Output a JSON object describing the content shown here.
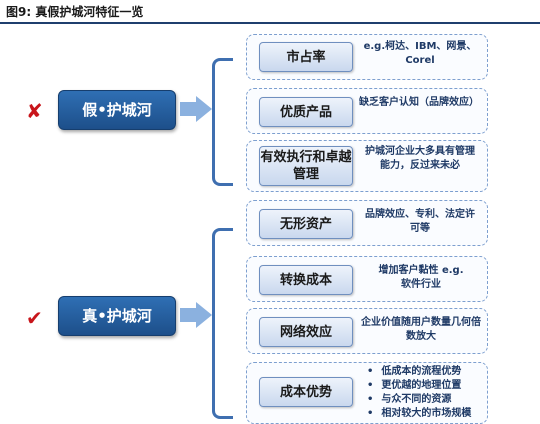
{
  "title": "图9: 真假护城河特征一览",
  "marks": {
    "false_mark": "✘",
    "true_mark": "✔"
  },
  "fake": {
    "label": "假•护城河",
    "items": [
      {
        "name": "市占率",
        "desc": "e.g.柯达、IBM、网景、Corel"
      },
      {
        "name": "优质产品",
        "desc": "缺乏客户认知（品牌效应）"
      },
      {
        "name": "有效执行和卓越管理",
        "desc": "护城河企业大多具有管理能力，反过来未必"
      }
    ]
  },
  "real": {
    "label": "真•护城河",
    "items": [
      {
        "name": "无形资产",
        "desc": "品牌效应、专利、法定许可等"
      },
      {
        "name": "转换成本",
        "desc": "增加客户黏性 e.g.软件行业"
      },
      {
        "name": "网络效应",
        "desc": "企业价值随用户数量几何倍数放大"
      },
      {
        "name": "成本优势",
        "bullets": [
          "低成本的流程优势",
          "更优越的地理位置",
          "与众不同的资源",
          "相对较大的市场规模"
        ]
      }
    ]
  },
  "colors": {
    "accent": "#1d4f8a",
    "mark": "#c8151b",
    "arrow": "#8bb1df"
  }
}
